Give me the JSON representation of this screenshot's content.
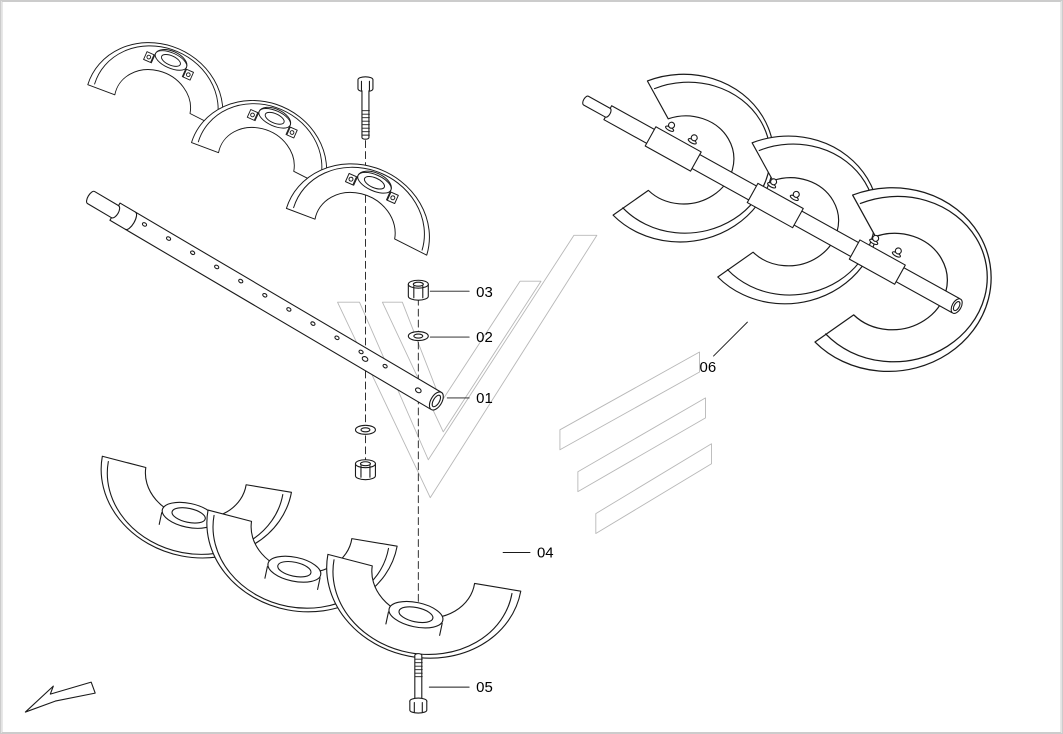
{
  "diagram": {
    "type": "exploded-parts-diagram",
    "callouts": {
      "c01": "01",
      "c02": "02",
      "c03": "03",
      "c04": "04",
      "c05": "05",
      "c06": "06"
    }
  },
  "colors": {
    "line": "#1a1a1a",
    "watermark": "#b8b8b8",
    "background": "#ffffff",
    "label_text": "#000000"
  },
  "icons": {
    "direction_arrow": "↙"
  }
}
